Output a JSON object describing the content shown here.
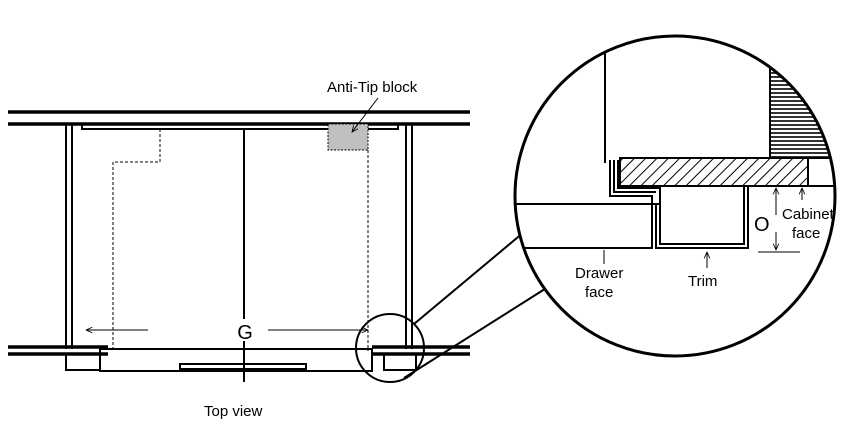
{
  "labels": {
    "anti_tip_block": "Anti-Tip block",
    "dimension_g": "G",
    "top_view": "Top view",
    "dimension_o": "O",
    "cabinet_face_line1": "Cabinet",
    "cabinet_face_line2": "face",
    "drawer_face_line1": "Drawer",
    "drawer_face_line2": "face",
    "trim": "Trim"
  },
  "colors": {
    "line": "#000000",
    "anti_tip_fill": "#bfbfbf",
    "background": "#ffffff"
  }
}
